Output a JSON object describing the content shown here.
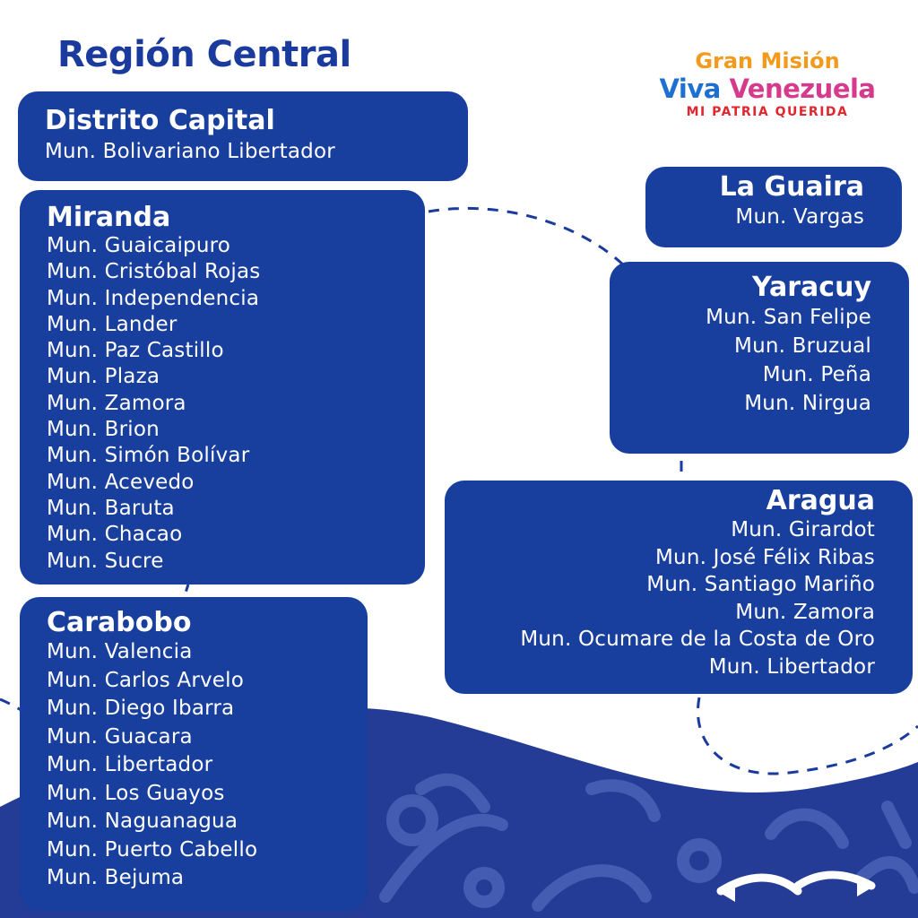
{
  "page": {
    "title": "Región Central"
  },
  "logo": {
    "line1": "Gran Misión",
    "line2_words": [
      "Viva",
      "Venezuela"
    ],
    "line3": "MI PATRIA QUERIDA"
  },
  "regions": {
    "distrito_capital": {
      "name": "Distrito Capital",
      "municipalities": [
        "Mun. Bolivariano Libertador"
      ]
    },
    "miranda": {
      "name": "Miranda",
      "municipalities": [
        "Mun. Guaicaipuro",
        "Mun. Cristóbal Rojas",
        "Mun. Independencia",
        "Mun. Lander",
        "Mun. Paz Castillo",
        "Mun. Plaza",
        "Mun. Zamora",
        "Mun. Brion",
        "Mun. Simón Bolívar",
        "Mun. Acevedo",
        "Mun. Baruta",
        "Mun. Chacao",
        "Mun. Sucre"
      ]
    },
    "carabobo": {
      "name": "Carabobo",
      "municipalities": [
        "Mun. Valencia",
        "Mun. Carlos Arvelo",
        "Mun. Diego Ibarra",
        "Mun. Guacara",
        "Mun. Libertador",
        "Mun. Los Guayos",
        "Mun. Naguanagua",
        "Mun. Puerto Cabello",
        "Mun. Bejuma"
      ]
    },
    "la_guaira": {
      "name": "La Guaira",
      "municipalities": [
        "Mun. Vargas"
      ]
    },
    "yaracuy": {
      "name": "Yaracuy",
      "municipalities": [
        "Mun. San Felipe",
        "Mun. Bruzual",
        "Mun. Peña",
        "Mun. Nirgua"
      ]
    },
    "aragua": {
      "name": "Aragua",
      "municipalities": [
        "Mun. Girardot",
        "Mun. José Félix Ribas",
        "Mun. Santiago Mariño",
        "Mun. Zamora",
        "Mun. Ocumare de la Costa de Oro",
        "Mun. Libertador"
      ]
    }
  },
  "colors": {
    "card_blue": "#183e9e",
    "title_blue": "#1a3a9e",
    "wave_blue": "#243c96",
    "logo_orange": "#f39a1c",
    "logo_red": "#e0262e",
    "logo_blue": "#1d6fd1",
    "logo_pink": "#d63a8c"
  },
  "icons": {
    "nav": "swap-arrows-icon"
  }
}
